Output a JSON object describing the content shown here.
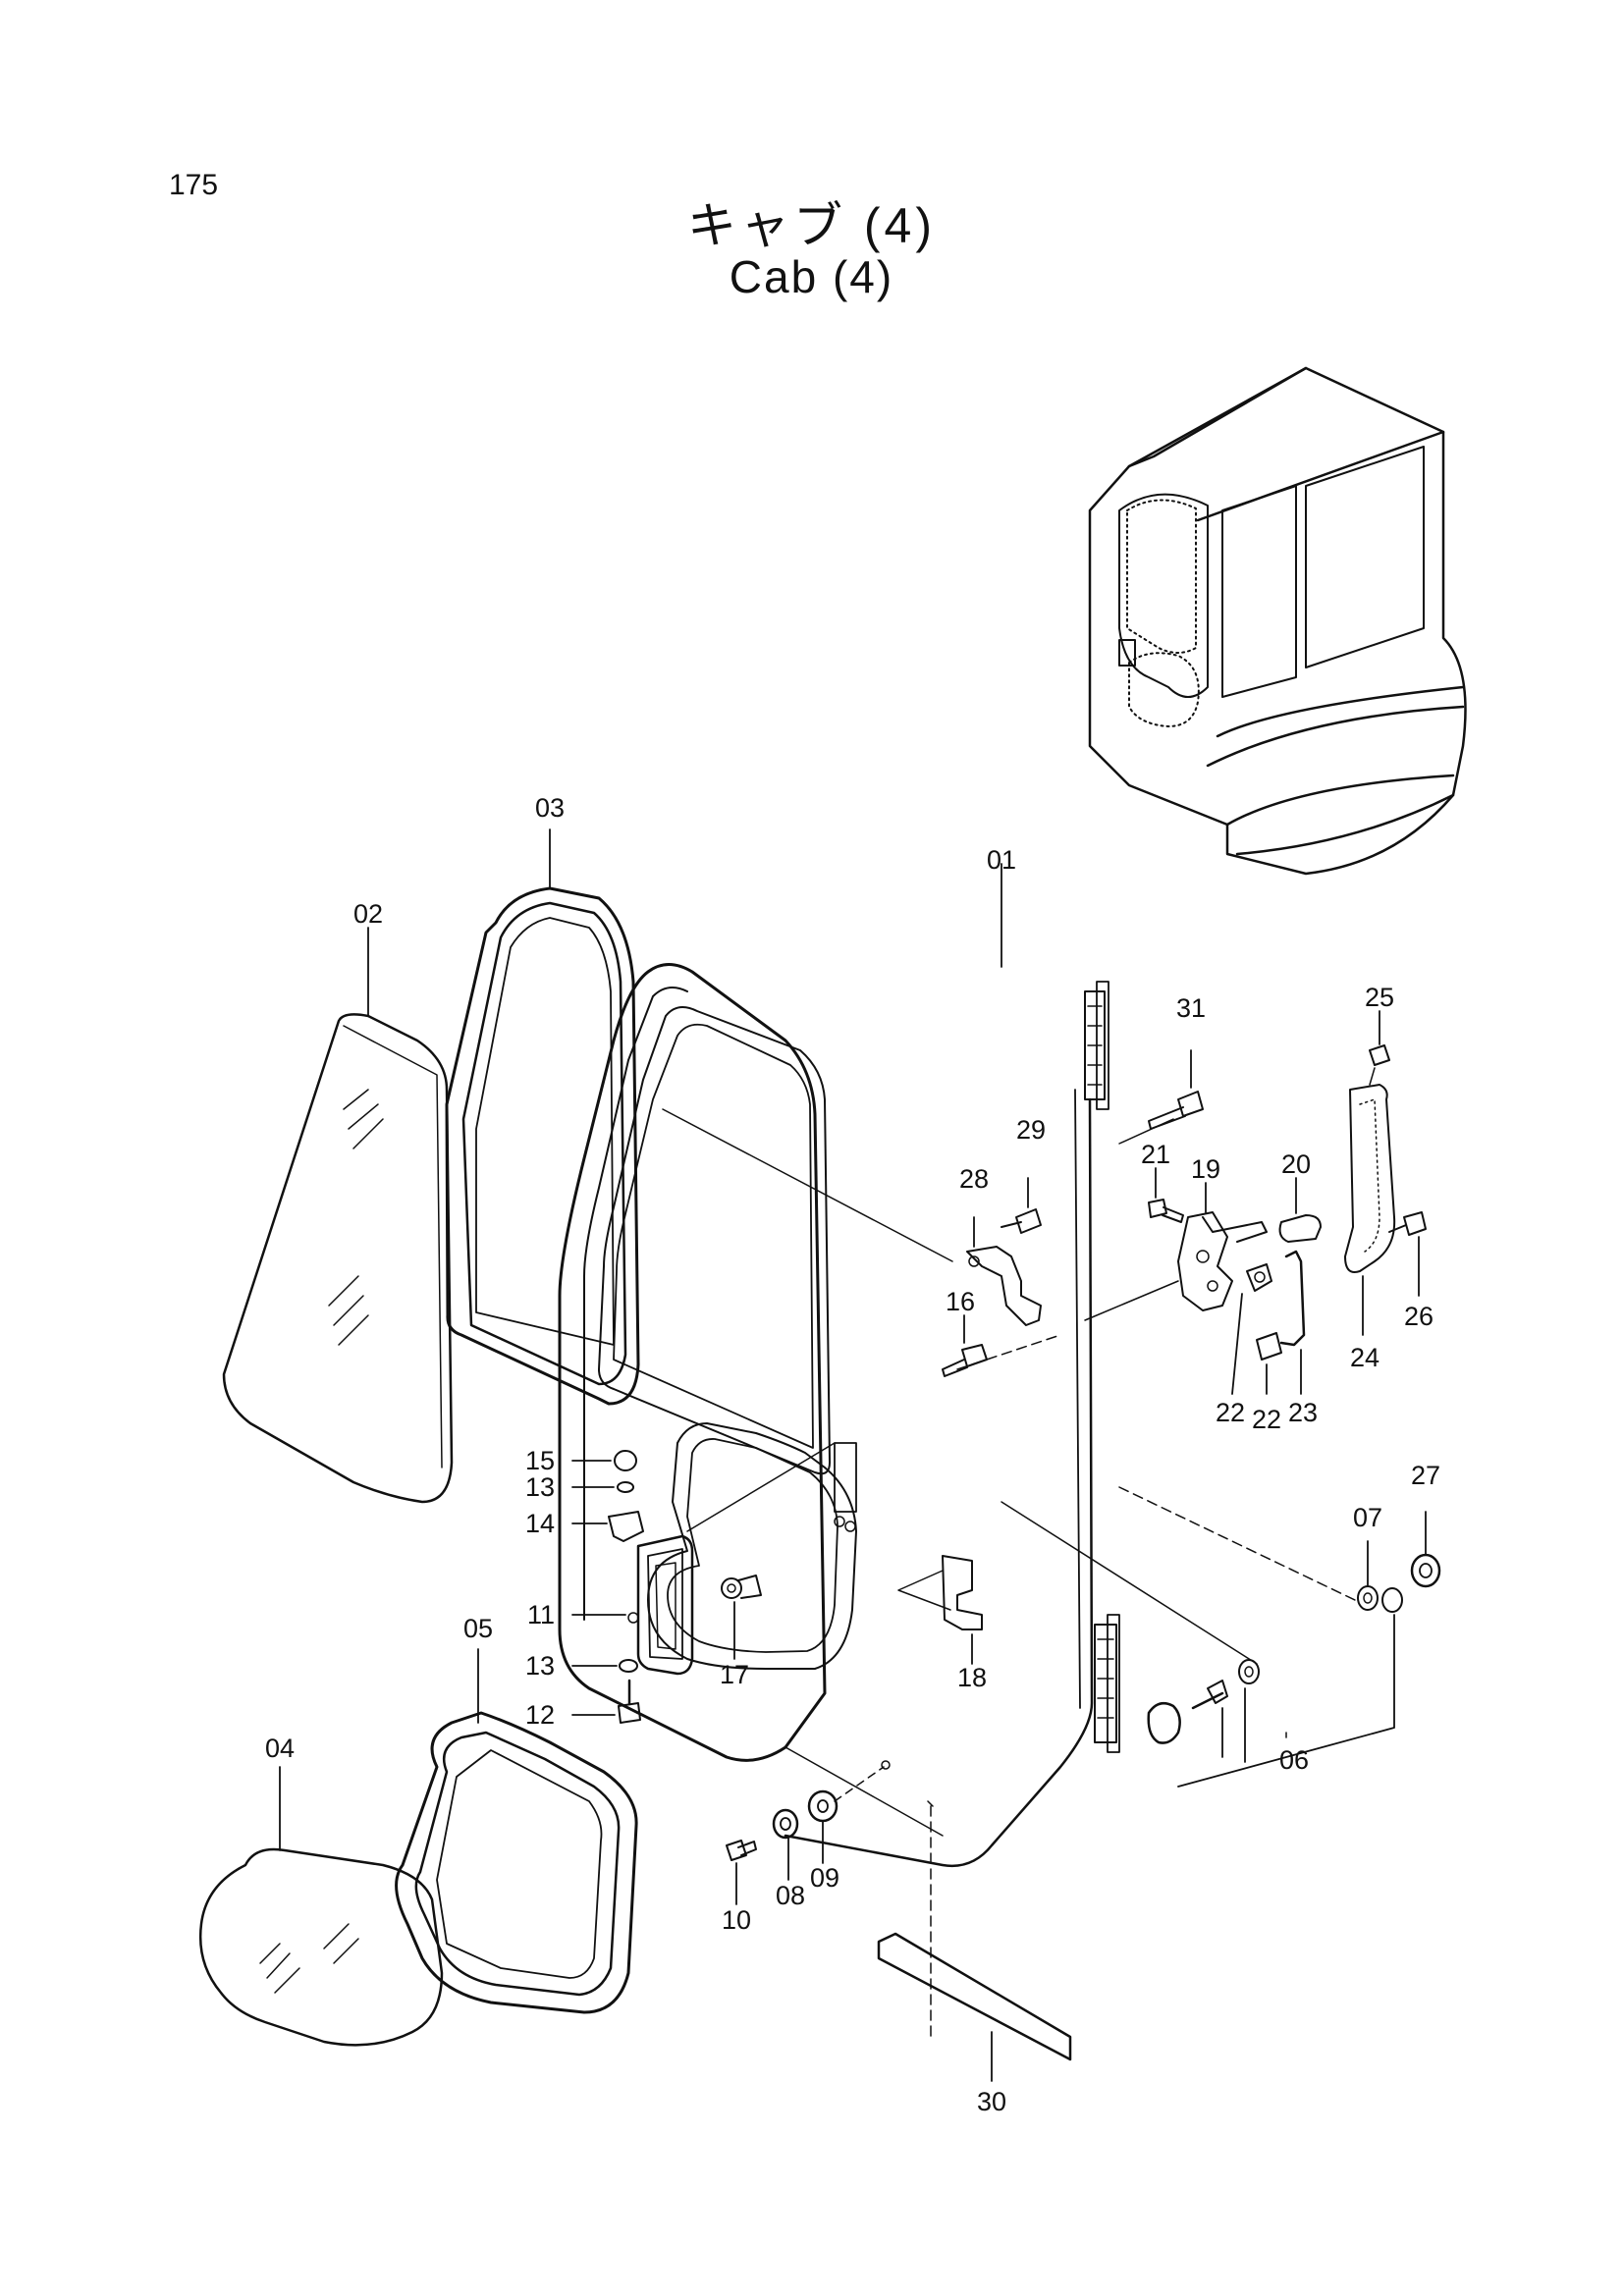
{
  "page_number": "175",
  "title_jp": "キャブ (4)",
  "title_en": "Cab (4)",
  "callouts": [
    {
      "id": "c-01",
      "label": "01"
    },
    {
      "id": "c-02",
      "label": "02"
    },
    {
      "id": "c-03",
      "label": "03"
    },
    {
      "id": "c-04",
      "label": "04"
    },
    {
      "id": "c-05",
      "label": "05"
    },
    {
      "id": "c-06",
      "label": "06"
    },
    {
      "id": "c-07",
      "label": "07"
    },
    {
      "id": "c-08",
      "label": "08"
    },
    {
      "id": "c-09",
      "label": "09"
    },
    {
      "id": "c-10",
      "label": "10"
    },
    {
      "id": "c-11",
      "label": "11"
    },
    {
      "id": "c-12",
      "label": "12"
    },
    {
      "id": "c-13a",
      "label": "13"
    },
    {
      "id": "c-13b",
      "label": "13"
    },
    {
      "id": "c-14",
      "label": "14"
    },
    {
      "id": "c-15",
      "label": "15"
    },
    {
      "id": "c-16",
      "label": "16"
    },
    {
      "id": "c-17",
      "label": "17"
    },
    {
      "id": "c-18",
      "label": "18"
    },
    {
      "id": "c-19",
      "label": "19"
    },
    {
      "id": "c-20",
      "label": "20"
    },
    {
      "id": "c-21",
      "label": "21"
    },
    {
      "id": "c-22a",
      "label": "22"
    },
    {
      "id": "c-22b",
      "label": "22"
    },
    {
      "id": "c-23",
      "label": "23"
    },
    {
      "id": "c-24",
      "label": "24"
    },
    {
      "id": "c-25",
      "label": "25"
    },
    {
      "id": "c-26",
      "label": "26"
    },
    {
      "id": "c-27",
      "label": "27"
    },
    {
      "id": "c-28",
      "label": "28"
    },
    {
      "id": "c-29",
      "label": "29"
    },
    {
      "id": "c-30",
      "label": "30"
    },
    {
      "id": "c-31",
      "label": "31"
    }
  ]
}
